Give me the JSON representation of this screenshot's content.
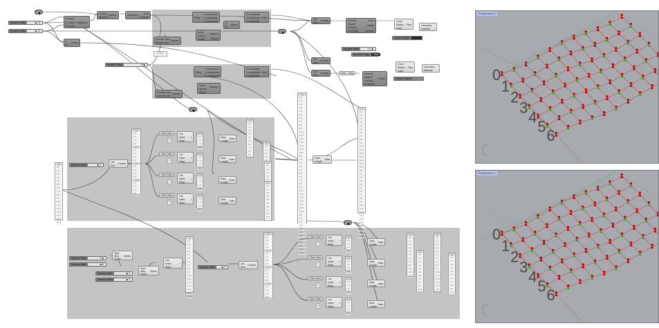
{
  "canvas": {
    "sliders": [
      {
        "id": "s1",
        "label": "Number Slider",
        "value": "◆ 10"
      },
      {
        "id": "s2",
        "label": "Number Slider",
        "value": "◆ 12"
      },
      {
        "id": "s3",
        "label": "Number Slider",
        "value": "20◆"
      },
      {
        "id": "s4",
        "label": "Number Slider",
        "value": "1.0 ◆"
      },
      {
        "id": "s5",
        "label": "Number Slider",
        "value": "◆ 4"
      },
      {
        "id": "s6",
        "label": "Number Slider",
        "value": "0 ◆"
      },
      {
        "id": "s7",
        "label": "Number Slider",
        "value": "◆ 8"
      },
      {
        "id": "s8",
        "label": "Number Slider",
        "value": "◆ 4"
      },
      {
        "id": "s9",
        "label": "Number Slider",
        "value": "◆ 4"
      },
      {
        "id": "s10",
        "label": "Number Slider",
        "value": "◆ 4"
      }
    ],
    "toggle": {
      "label": "Boolean Toggle",
      "value": "True"
    },
    "colour_swatches": [
      "Colour Swatch",
      "Colour Swatch"
    ],
    "value_panel": "0 To 1",
    "components": {
      "rectangle": {
        "inputs": [
          "Domain",
          "U Count",
          "V Count"
        ],
        "outputs": [
          "Segments"
        ]
      },
      "explode": {
        "inputs": [
          "Surface",
          "Divisions"
        ],
        "outputs": [
          "Surface"
        ]
      },
      "area": {
        "inputs": [
          "Geometry"
        ],
        "outputs": [
          "Area",
          "Centroid"
        ]
      },
      "result": {
        "inputs": [
          "A",
          "B"
        ],
        "outputs": [
          "Result"
        ]
      },
      "deconstruct": {
        "inputs": [
          "Point"
        ],
        "outputs": [
          "X component",
          "Y component",
          "Z component"
        ]
      },
      "construct": {
        "inputs": [
          "X coordinate",
          "Y coordinate",
          "Z coordinate"
        ],
        "outputs": [
          "Point"
        ]
      },
      "remap": {
        "inputs": [
          "Value",
          "Source",
          "Target"
        ],
        "outputs": [
          "Mapped",
          "Clipped"
        ]
      },
      "domain": {
        "inputs": [
          "Domain start",
          "Domain end"
        ],
        "outputs": [
          "Domain"
        ]
      },
      "chunks": {
        "inputs": [
          "List",
          "Size"
        ],
        "outputs": [
          "Chunks"
        ]
      },
      "curve": {
        "inputs": [
          "Vertices",
          "Degree",
          "Periodic",
          "KnotStyle"
        ],
        "outputs": [
          "Curve",
          "Length",
          "Domain"
        ]
      },
      "pipe": {
        "inputs": [
          "Curve",
          "Radius",
          "Caps"
        ],
        "outputs": [
          "Pipe"
        ]
      },
      "preview": {
        "inputs": [
          "Geometry",
          "Material"
        ],
        "outputs": []
      },
      "list_item": {
        "inputs": [
          "List",
          "Index",
          "Wrap"
        ],
        "outputs": [
          "i"
        ]
      },
      "data": {
        "inputs": [
          "Data"
        ],
        "outputs": [
          "Data"
        ]
      },
      "dup": {
        "inputs": [
          "Data",
          "Length"
        ],
        "outputs": [
          "Data"
        ]
      },
      "series": {
        "inputs": [
          "Start",
          "Step",
          "Count"
        ],
        "outputs": [
          "Series"
        ]
      }
    },
    "panels": {
      "main_list_header": "{0}",
      "list_items": [
        "0.0",
        "1.0",
        "2.0",
        "3.0",
        "4.0",
        "5.0",
        "6.0",
        "7.0",
        "8.0",
        "9.0",
        "10.0",
        "11.0",
        "12.0",
        "13.0",
        "14.0",
        "15.0",
        "16.0"
      ],
      "branch_headers": [
        "{0;0}",
        "{0;1}",
        "{0;2}",
        "{0;3}"
      ],
      "branch_items": [
        "0.0",
        "1.0",
        "2.0",
        "3.0"
      ],
      "index_values": [
        "0",
        "1",
        "2",
        "3"
      ]
    }
  },
  "viewports": [
    {
      "title": "Perspective |+",
      "labels": [
        "0",
        "1",
        "2",
        "3",
        "4",
        "5",
        "6"
      ]
    },
    {
      "title": "Perspective |+",
      "labels": [
        "0",
        "1",
        "2",
        "3",
        "4",
        "5",
        "6"
      ]
    }
  ],
  "colors": {
    "canvas_bg": "#ffffff",
    "group_bg": "#c4c4c4",
    "viewport_bg": "#a7abb0",
    "curve_red": "#c04848",
    "point_red": "#c00000",
    "point_green": "#22b022",
    "axis_green": "#56b056",
    "label_dark": "#4a4540"
  }
}
